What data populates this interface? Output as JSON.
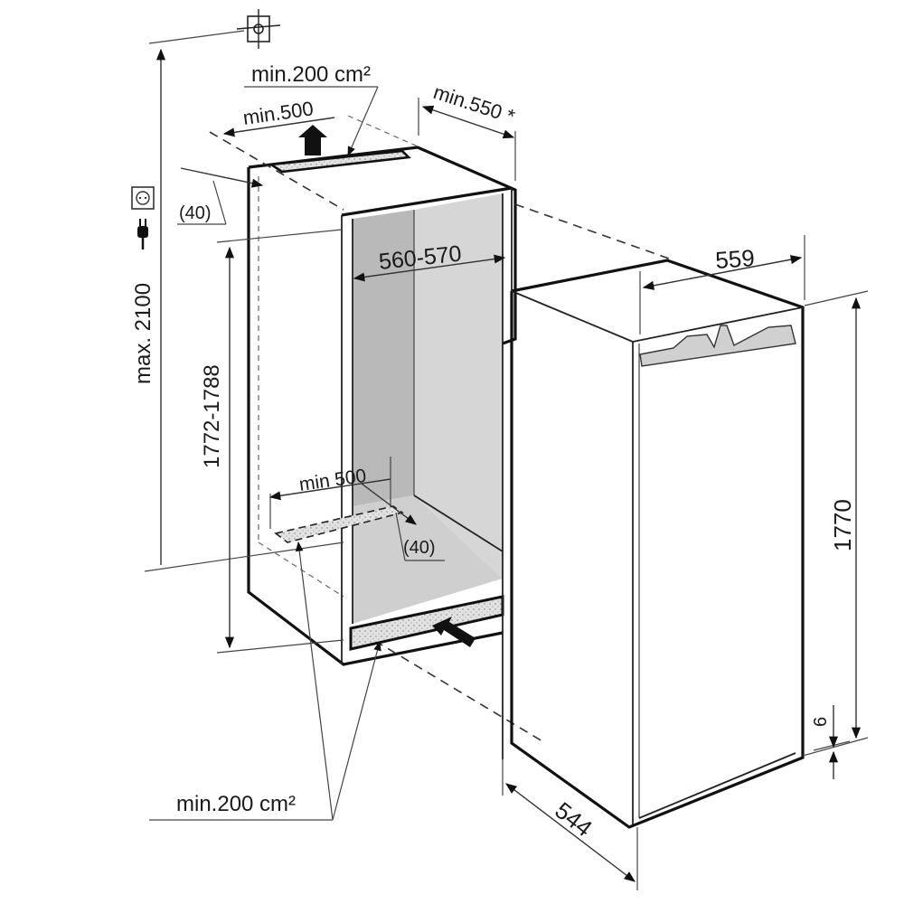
{
  "diagram": {
    "type": "built-in refrigerator installation drawing",
    "units": "mm",
    "colors": {
      "line": "#111111",
      "niche_dark": "#b8b8b8",
      "niche_light": "#d4d4d4",
      "vent": "#dcdcdc",
      "background": "#ffffff"
    },
    "labels": {
      "top_vent_area": "min.200 cm²",
      "top_vent_width": "min.500",
      "niche_depth": "min.550 *",
      "top_setback": "(40)",
      "max_height": "max. 2100",
      "niche_width": "560-570",
      "niche_height": "1772-1788",
      "bottom_vent_width": "min 500",
      "bottom_setback": "(40)",
      "bottom_vent_area": "min.200 cm²",
      "appliance_width": "559",
      "appliance_height": "1770",
      "appliance_depth": "544",
      "plinth_gap": "6"
    },
    "icons": [
      {
        "name": "ceiling-mount-icon",
        "glyph": "⌖"
      },
      {
        "name": "power-socket-icon",
        "glyph": "⊙"
      },
      {
        "name": "power-plug-icon",
        "glyph": "plug"
      }
    ]
  }
}
